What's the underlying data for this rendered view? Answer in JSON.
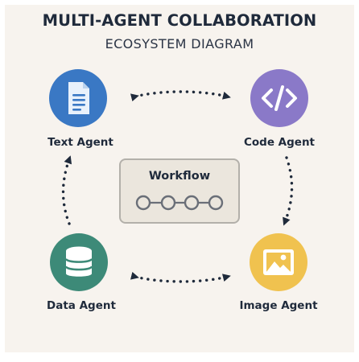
{
  "header": {
    "title": "MULTI-AGENT COLLABORATION",
    "subtitle": "ECOSYSTEM DIAGRAM"
  },
  "agents": {
    "text": {
      "label": "Text Agent",
      "color": "#3a78c4",
      "icon": "document-icon"
    },
    "code": {
      "label": "Code Agent",
      "color": "#8a79c8",
      "icon": "code-brackets-icon"
    },
    "data": {
      "label": "Data Agent",
      "color": "#3d8a78",
      "icon": "database-icon"
    },
    "image": {
      "label": "Image Agent",
      "color": "#f0c24f",
      "icon": "image-icon"
    }
  },
  "workflow": {
    "label": "Workflow",
    "node_count": 4
  },
  "colors": {
    "background": "#f7f3ee",
    "text": "#1f2a3b",
    "arrow": "#1f2a3b",
    "workflow_fill": "#ebe6dd",
    "workflow_border": "#b3b0aa"
  }
}
